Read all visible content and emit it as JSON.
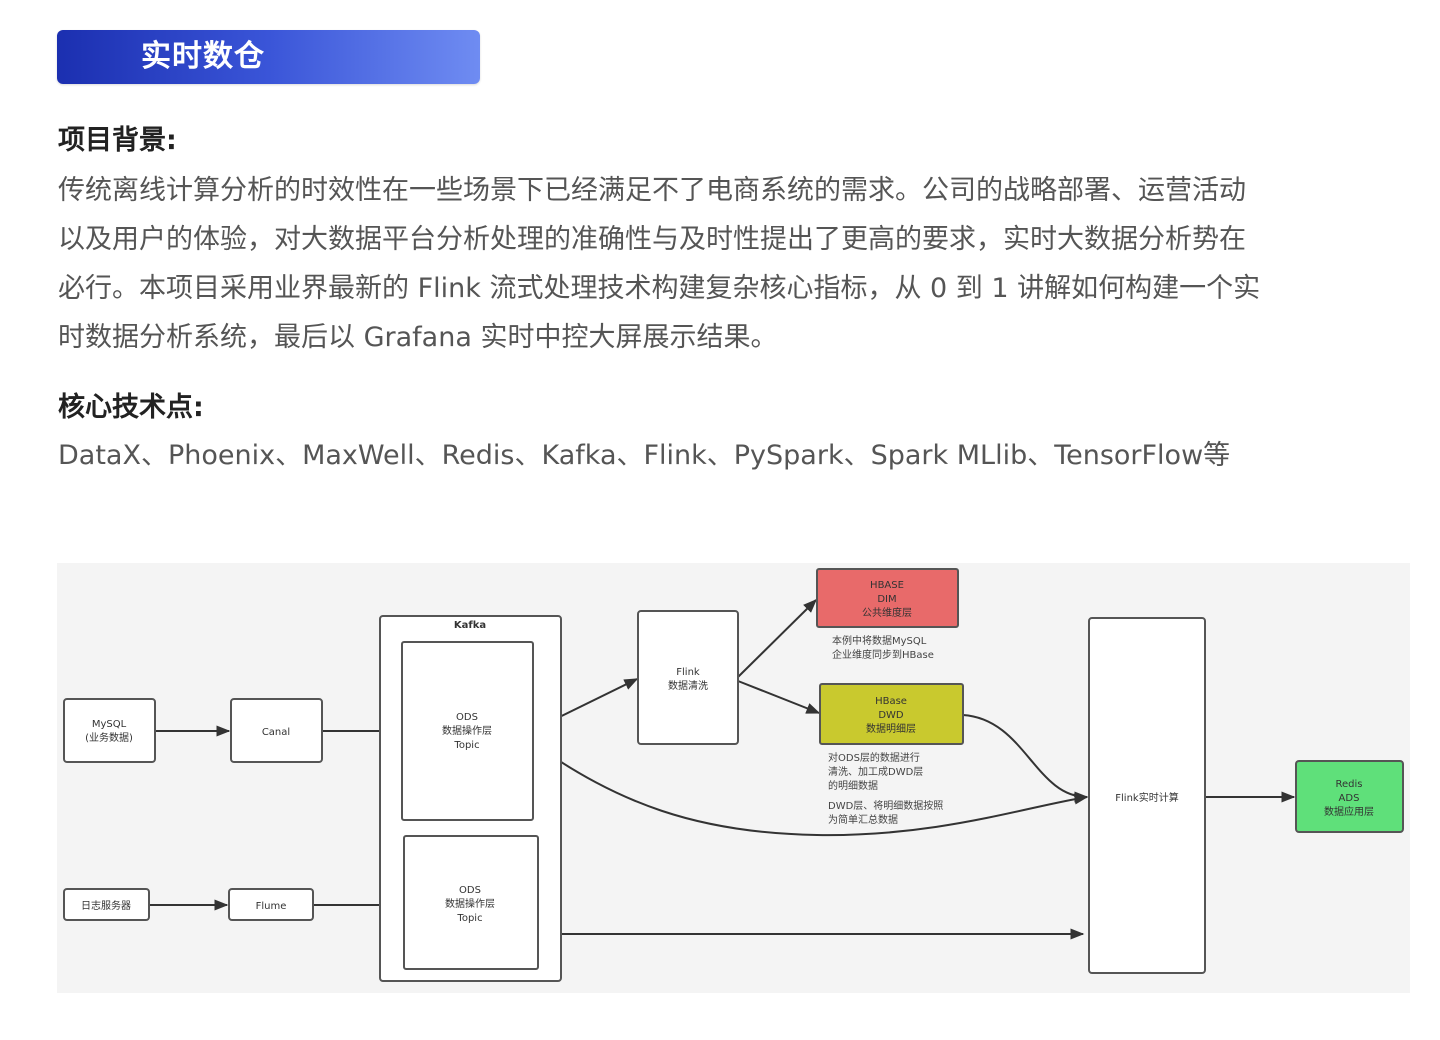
{
  "section_title": "实时数仓",
  "background": {
    "heading": "项目背景:",
    "lines": [
      "传统离线计算分析的时效性在一些场景下已经满足不了电商系统的需求。公司的战略部署、运营活动",
      "以及用户的体验，对大数据平台分析处理的准确性与及时性提出了更高的要求，实时大数据分析势在",
      "必行。本项目采用业界最新的 Flink 流式处理技术构建复杂核心指标，从 0 到 1 讲解如何构建一个实",
      "时数据分析系统，最后以 Grafana 实时中控大屏展示结果。"
    ]
  },
  "tech": {
    "heading": "核心技术点:",
    "text": "DataX、Phoenix、MaxWell、Redis、Kafka、Flink、PySpark、Spark MLlib、TensorFlow等"
  },
  "diagram": {
    "nodes": {
      "mysql": {
        "line1": "MySQL",
        "line2": "(业务数据)"
      },
      "canal": {
        "label": "Canal"
      },
      "log_server": {
        "label": "日志服务器"
      },
      "flume": {
        "label": "Flume"
      },
      "kafka": {
        "label": "Kafka"
      },
      "ods_top": {
        "line1": "ODS",
        "line2": "数据操作层",
        "line3": "Topic"
      },
      "ods_bottom": {
        "line1": "ODS",
        "line2": "数据操作层",
        "line3": "Topic"
      },
      "flink_clean": {
        "line1": "Flink",
        "line2": "数据清洗"
      },
      "hbase_dim": {
        "line1": "HBASE",
        "line2": "DIM",
        "line3": "公共维度层",
        "color": "#e86a6a"
      },
      "hbase_dwd": {
        "line1": "HBase",
        "line2": "DWD",
        "line3": "数据明细层",
        "color": "#c9c92e"
      },
      "flink_realtime": {
        "label": "Flink实时计算"
      },
      "redis_ads": {
        "line1": "Redis",
        "line2": "ADS",
        "line3": "数据应用层",
        "color": "#5fe07a"
      }
    },
    "notes": {
      "dim_note_1": "本例中将数据MySQL",
      "dim_note_2": "企业维度同步到HBase",
      "dwd_note_1": "对ODS层的数据进行",
      "dwd_note_2": "清洗、加工成DWD层",
      "dwd_note_3": "的明细数据",
      "dwd_note_4": "DWD层、将明细数据按照",
      "dwd_note_5": "为简单汇总数据"
    }
  }
}
